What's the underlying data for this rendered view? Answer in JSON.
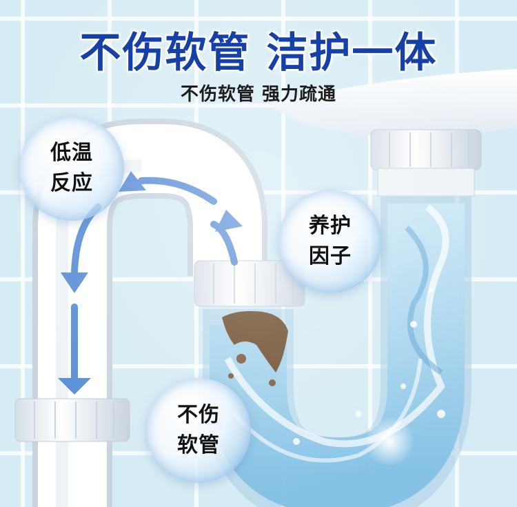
{
  "headline": "不伤软管 洁护一体",
  "subheadline": "不伤软管 强力疏通",
  "badges": [
    {
      "line1": "低温",
      "line2": "反应"
    },
    {
      "line1": "养护",
      "line2": "因子"
    },
    {
      "line1": "不伤",
      "line2": "软管"
    }
  ],
  "colors": {
    "headline": "#1440a8",
    "tile_background": "#d6ecf4",
    "flow_arrow": "#5b8fd6",
    "water": "#8fc8e8",
    "clog": "#6b4a2a"
  }
}
